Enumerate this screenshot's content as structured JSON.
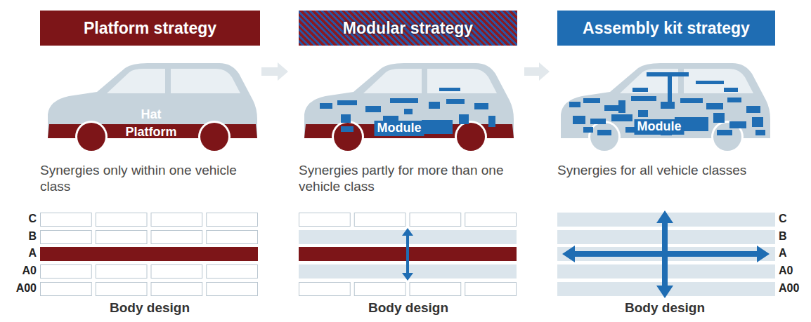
{
  "diagram": {
    "nodes": [
      {
        "text": [
          "Platform strategy"
        ]
      },
      {
        "text": [
          "Modular strategy"
        ]
      },
      {
        "text": [
          "Assembly kit strategy"
        ]
      }
    ],
    "labels": [
      "Hat",
      "Platform",
      "Synergies only within one vehicle class",
      "C",
      "B",
      "A",
      "A0",
      "A00",
      "Body design",
      "Module",
      "Synergies partly for more than one vehicle class",
      "Body design",
      "Module",
      "Synergies for all vehicle classes",
      "C",
      "B",
      "A",
      "A0",
      "A00",
      "Body design"
    ]
  }
}
